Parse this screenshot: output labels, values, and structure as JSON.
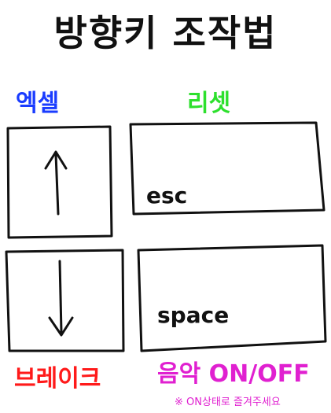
{
  "title": "방향키 조작법",
  "colors": {
    "ink": "#111111",
    "excel": "#1a3cff",
    "reset": "#2de02d",
    "brake": "#ff1a1a",
    "music": "#e020d0"
  },
  "keys": {
    "up": {
      "icon": "arrow-up-icon",
      "label": "엑셀"
    },
    "reset": {
      "text": "esc",
      "label": "리셋"
    },
    "down": {
      "icon": "arrow-down-icon",
      "label": "브레이크"
    },
    "music": {
      "text": "space",
      "label": "음악 ON/OFF",
      "note": "※ ON상태로 즐겨주세요"
    }
  }
}
